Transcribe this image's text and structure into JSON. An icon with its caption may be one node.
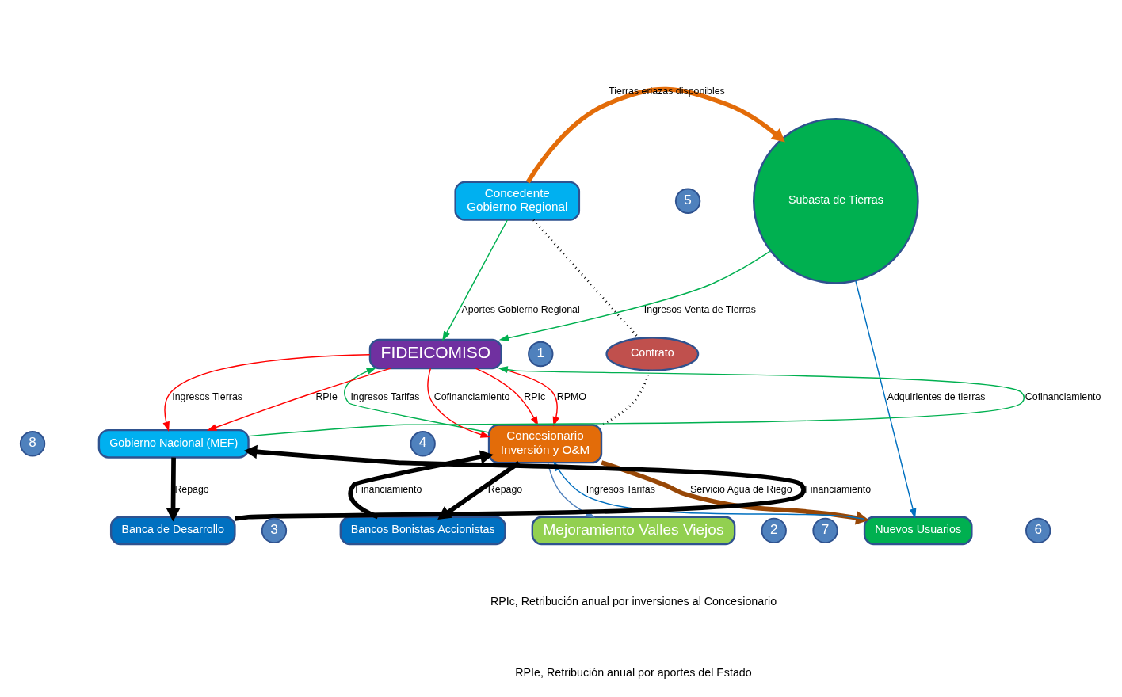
{
  "diagram": {
    "nodes": [
      {
        "text": [
          "Concedente",
          "Gobierno Regional"
        ]
      },
      {
        "text": [
          "Subasta de Tierras"
        ]
      },
      {
        "text": [
          "Contrato"
        ]
      },
      {
        "text": [
          "Concesionario",
          "Inversión y O&M"
        ]
      },
      {
        "text": [
          "FIDEICOMISO"
        ]
      },
      {
        "text": [
          "Gobierno Nacional (MEF)"
        ]
      },
      {
        "text": [
          "Bancos Bonistas Accionistas"
        ]
      },
      {
        "text": [
          "Nuevos Usuarios"
        ]
      },
      {
        "text": [
          "Banca de Desarrollo"
        ]
      },
      {
        "text": [
          "Mejoramiento Valles Viejos"
        ]
      },
      {
        "text": [
          "5"
        ]
      },
      {
        "text": [
          "1"
        ]
      },
      {
        "text": [
          "8"
        ]
      },
      {
        "text": [
          "4"
        ]
      },
      {
        "text": [
          "3"
        ]
      },
      {
        "text": [
          "6"
        ]
      },
      {
        "text": [
          "2"
        ]
      },
      {
        "text": [
          "7"
        ]
      }
    ],
    "edges": [
      {
        "from": 0,
        "to": 1,
        "arrow": "to",
        "label": "Tierras eriazas disponibles",
        "style": "thick",
        "color": "#e36c09"
      },
      {
        "from": 0,
        "to": 2,
        "arrow": "none",
        "style": "dashed"
      },
      {
        "from": 2,
        "to": 3,
        "arrow": "none",
        "style": "dashed"
      },
      {
        "from": 0,
        "to": 4,
        "arrow": "to",
        "label": "Aportes Gobierno Regional",
        "color": "#00b050"
      },
      {
        "from": 1,
        "to": 4,
        "arrow": "to",
        "label": "Ingresos Venta de Tierras",
        "color": "#00b050"
      },
      {
        "from": 1,
        "to": 7,
        "arrow": "to",
        "label": "Adquirientes de tierras",
        "color": "#0070c0"
      },
      {
        "from": 4,
        "to": 3,
        "arrow": "to",
        "label": "Cofinanciamiento",
        "color": "#ff0000"
      },
      {
        "from": 4,
        "to": 3,
        "arrow": "to",
        "label": "RPIc",
        "color": "#ff0000"
      },
      {
        "from": 4,
        "to": 3,
        "arrow": "to",
        "label": "RPMO",
        "color": "#ff0000"
      },
      {
        "from": 3,
        "to": 4,
        "arrow": "to",
        "label": "Ingresos Tarifas",
        "color": "#00b050"
      },
      {
        "from": 5,
        "to": 4,
        "arrow": "to",
        "label": "Cofinanciamiento",
        "color": "#00b050"
      },
      {
        "from": 4,
        "to": 5,
        "arrow": "to",
        "label": "Ingresos Tierras",
        "color": "#ff0000"
      },
      {
        "from": 4,
        "to": 5,
        "arrow": "to",
        "label": "RPIe",
        "color": "#ff0000"
      },
      {
        "from": 6,
        "to": 3,
        "arrow": "to",
        "label": "Financiamiento",
        "style": "thick"
      },
      {
        "from": 3,
        "to": 6,
        "arrow": "to",
        "label": "Repago",
        "style": "thick"
      },
      {
        "from": 8,
        "to": 5,
        "arrow": "to",
        "label": "Financiamiento",
        "style": "thick"
      },
      {
        "from": 5,
        "to": 8,
        "arrow": "to",
        "label": "Repago",
        "style": "thick"
      },
      {
        "from": 3,
        "to": 7,
        "arrow": "to",
        "label": "Servicio Agua de Riego",
        "style": "thick",
        "color": "#974706"
      },
      {
        "from": 7,
        "to": 3,
        "arrow": "to",
        "label": "Ingresos Tarifas",
        "color": "#0070c0"
      },
      {
        "from": 3,
        "to": 9,
        "arrow": "to",
        "color": "#4f81bd"
      }
    ],
    "labels": [
      "RPIc, Retribución anual por inversiones al Concesionario",
      "RPIe, Retribución anual por aportes del Estado"
    ]
  }
}
